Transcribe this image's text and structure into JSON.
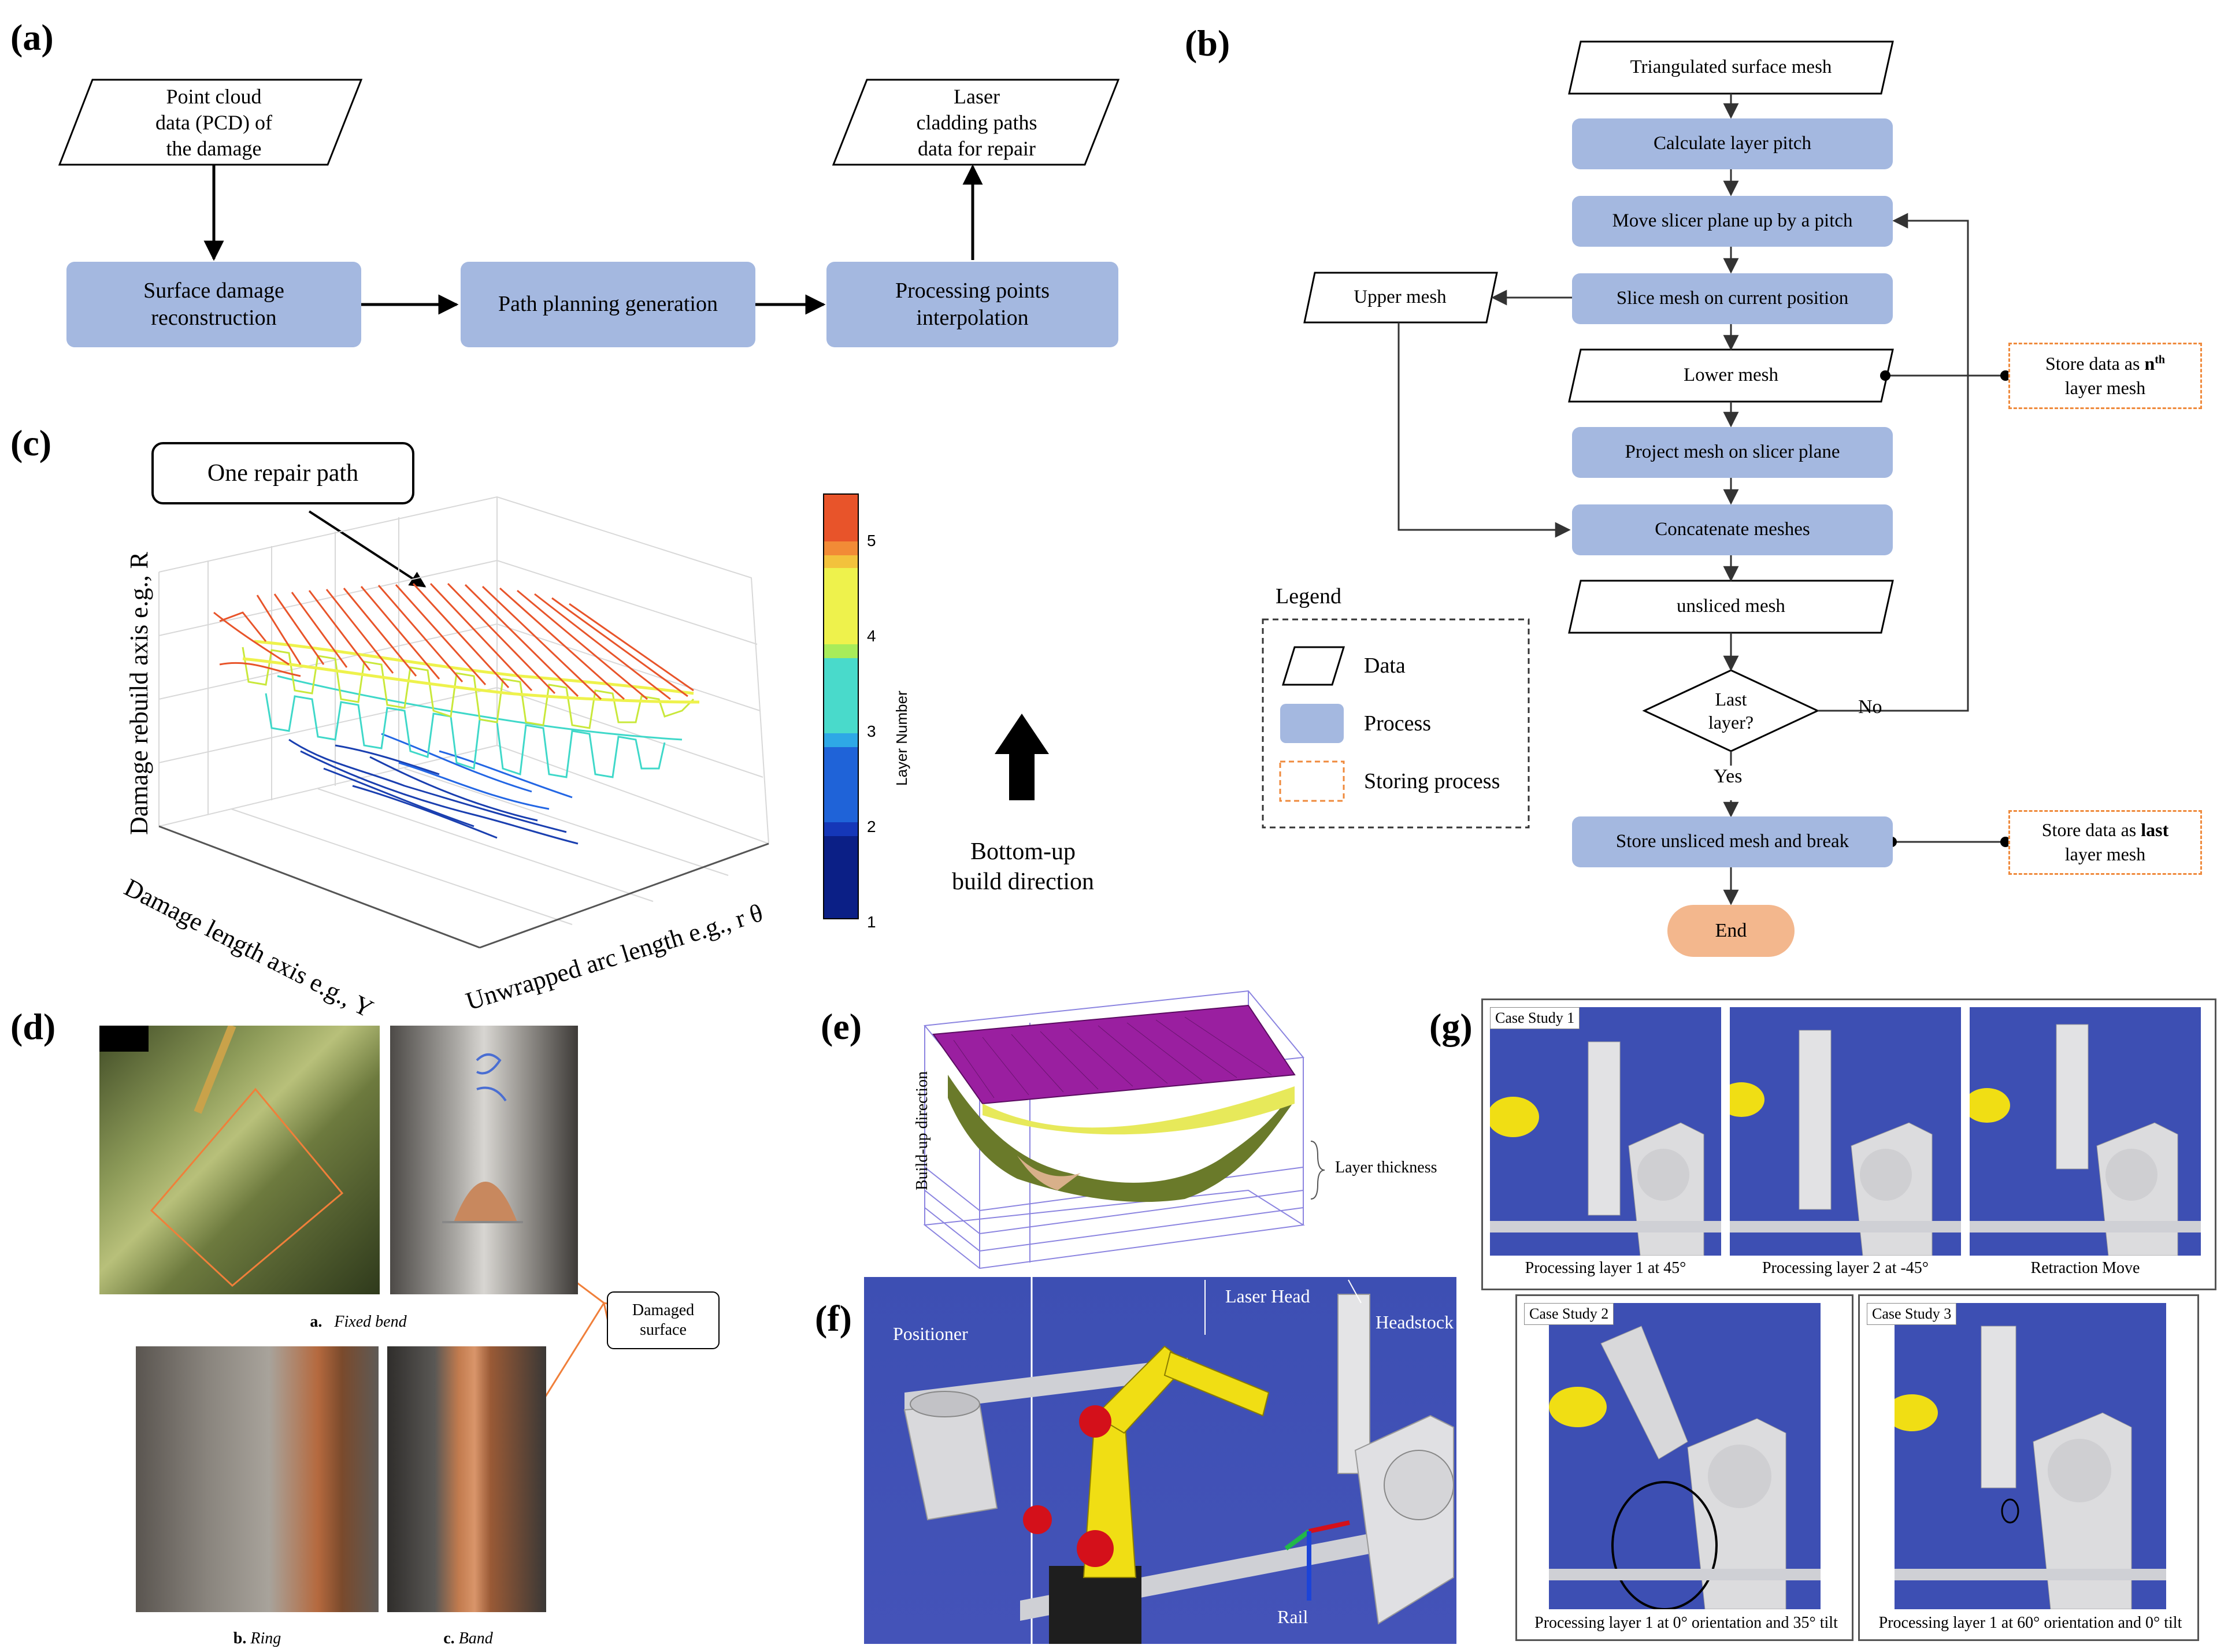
{
  "panels": {
    "a": "(a)",
    "b": "(b)",
    "c": "(c)",
    "d": "(d)",
    "e": "(e)",
    "f": "(f)",
    "g": "(g)"
  },
  "a": {
    "input_lines": [
      "Point cloud",
      "data (PCD) of",
      "the damage"
    ],
    "output_lines": [
      "Laser",
      "cladding paths",
      "data for repair"
    ],
    "step1_lines": [
      "Surface damage",
      "reconstruction"
    ],
    "step2": "Path planning generation",
    "step3_lines": [
      "Processing points",
      "interpolation"
    ]
  },
  "b": {
    "triangulated": "Triangulated surface mesh",
    "calc_pitch": "Calculate layer pitch",
    "move_plane": "Move slicer plane up by a pitch",
    "slice": "Slice mesh on current position",
    "upper_mesh": "Upper mesh",
    "lower_mesh": "Lower mesh",
    "project": "Project mesh on slicer plane",
    "concat": "Concatenate meshes",
    "unsliced": "unsliced mesh",
    "decision_lines": [
      "Last",
      "layer?"
    ],
    "no": "No",
    "yes": "Yes",
    "store_break": "Store unsliced mesh and break",
    "end": "End",
    "store_nth_line1": "Store data as ",
    "store_nth_bold": "n",
    "store_nth_sup": "th",
    "store_nth_line2": "layer mesh",
    "store_last_line1": "Store data as ",
    "store_last_bold": "last",
    "store_last_line2": "layer mesh",
    "legend_title": "Legend",
    "legend_data": "Data",
    "legend_process": "Process",
    "legend_storing": "Storing process"
  },
  "c": {
    "callout": "One repair path",
    "zlabel": "Damage rebuild axis e.g., R",
    "xlabel": "Damage length axis e.g., Y",
    "ylabel": "Unwrapped arc length e.g., r θ",
    "colorbar_label": "Layer Number",
    "colorbar_ticks": [
      "5",
      "4",
      "3",
      "2",
      "1"
    ],
    "colorbar_colors": [
      "#e8542a",
      "#eef24c",
      "#49dacb",
      "#1f63d8",
      "#0b1f86"
    ],
    "direction_lines": [
      "Bottom-up",
      "build direction"
    ]
  },
  "d": {
    "damaged_lines": [
      "Damaged",
      "surface"
    ],
    "cap_a_letter": "a.",
    "cap_a": "Fixed bend",
    "cap_b_letter": "b.",
    "cap_b": "Ring",
    "cap_c_letter": "c.",
    "cap_c": "Band"
  },
  "e": {
    "build_up": "Build-up direction",
    "layer_thickness": "Layer thickness"
  },
  "f": {
    "positioner": "Positioner",
    "laser_head": "Laser Head",
    "headstock": "Headstock",
    "rail": "Rail"
  },
  "g": {
    "case1": "Case Study 1",
    "case2": "Case Study 2",
    "case3": "Case Study 3",
    "cap1": "Processing layer 1 at 45°",
    "cap2": "Processing layer 2 at -45°",
    "cap3": "Retraction Move",
    "cap4": "Processing layer 1 at 0° orientation and 35° tilt",
    "cap5": "Processing layer 1 at 60° orientation and 0° tilt"
  }
}
